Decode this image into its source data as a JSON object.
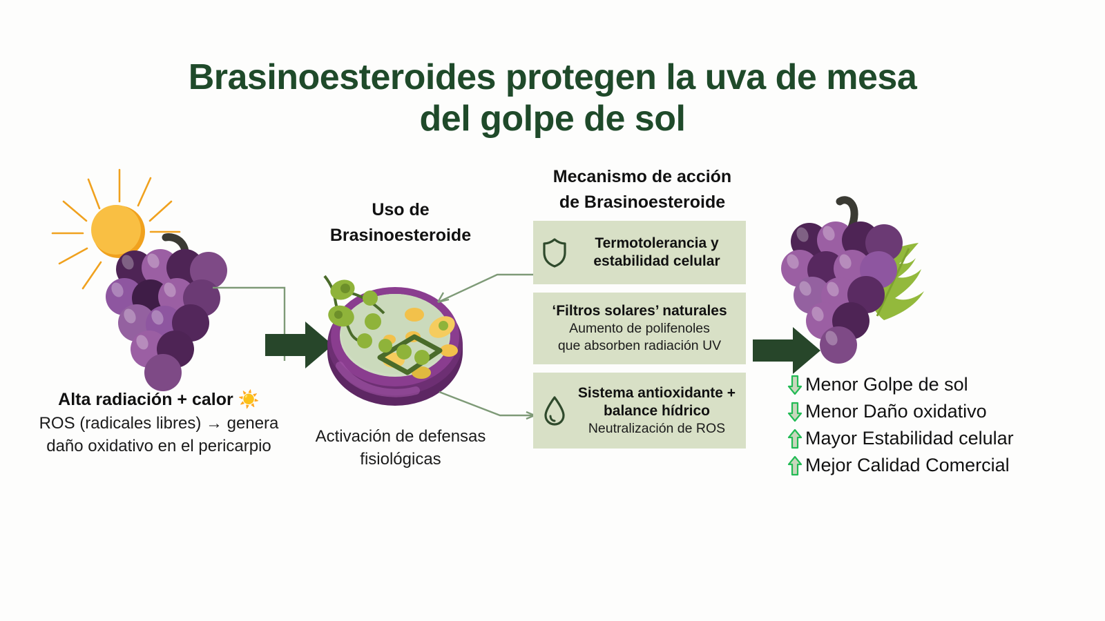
{
  "title": {
    "line1": "Brasinoesteroides protegen la uva de mesa",
    "line2": "del golpe de sol",
    "color": "#1f4a2a"
  },
  "left_panel": {
    "illustration": {
      "sun_icon": "sun-with-rays-icon",
      "sun_color": "#f9b233",
      "sun_ray_color": "#f0a11e",
      "grapes_icon": "grape-cluster-icon",
      "grape_light": "#9b5fa3",
      "grape_mid": "#7e4a86",
      "grape_dark": "#4e2455",
      "stem_color": "#3a3a33"
    },
    "heading": "Alta radiación + calor",
    "heading_emoji": "☀️",
    "body_line1": "ROS (radicales libres) → genera",
    "body_line2": "daño oxidativo en el pericarpio"
  },
  "middle_panel": {
    "title_line1": "Uso de",
    "title_line2": "Brasinoesteroide",
    "illustration": {
      "cell_icon": "plant-cell-icon",
      "membrane_color": "#7b3a7f",
      "cytoplasm_color": "#cfdcc2",
      "organelle_yellow": "#f2c14b",
      "organelle_green": "#8fb33a",
      "wall_color": "#4a6b2a"
    },
    "caption_line1": "Activación de defensas",
    "caption_line2": "fisiológicas"
  },
  "mechanism_panel": {
    "title_line1": "Mecanismo de acción",
    "title_line2": "de Brasinoesteroide",
    "box_bg": "#d8e0c6",
    "boxes": [
      {
        "icon": "shield-icon",
        "head_line1": "Termotolerancia y",
        "head_line2": "estabilidad celular",
        "sub": ""
      },
      {
        "icon": "none",
        "head_line1": "‘Filtros solares’ naturales",
        "head_line2": "",
        "sub_line1": "Aumento de polifenoles",
        "sub_line2": "que absorben radiación UV"
      },
      {
        "icon": "water-drop-icon",
        "head_line1": "Sistema antioxidante +",
        "head_line2": "balance hídrico",
        "sub_line1": "Neutralización de ROS"
      }
    ]
  },
  "right_panel": {
    "illustration": {
      "grapes_icon": "grape-cluster-with-leaf-icon",
      "leaf_color": "#93b93c",
      "grape_light": "#9b5fa3",
      "grape_mid": "#7e4a86",
      "grape_dark": "#4e2455",
      "stem_color": "#3a3a33"
    },
    "results": [
      {
        "direction": "down",
        "label": "Menor Golpe de sol"
      },
      {
        "direction": "down",
        "label": "Menor Daño oxidativo"
      },
      {
        "direction": "up",
        "label": "Mayor Estabilidad celular"
      },
      {
        "direction": "up",
        "label": "Mejor Calidad Comercial"
      }
    ],
    "arrow_down_fill": "#c9d7bd",
    "arrow_up_fill": "#c9d7bd",
    "arrow_stroke": "#22bb55"
  },
  "connectors": {
    "big_arrow_color": "#27462a",
    "thin_line_color": "#7e9a77"
  }
}
